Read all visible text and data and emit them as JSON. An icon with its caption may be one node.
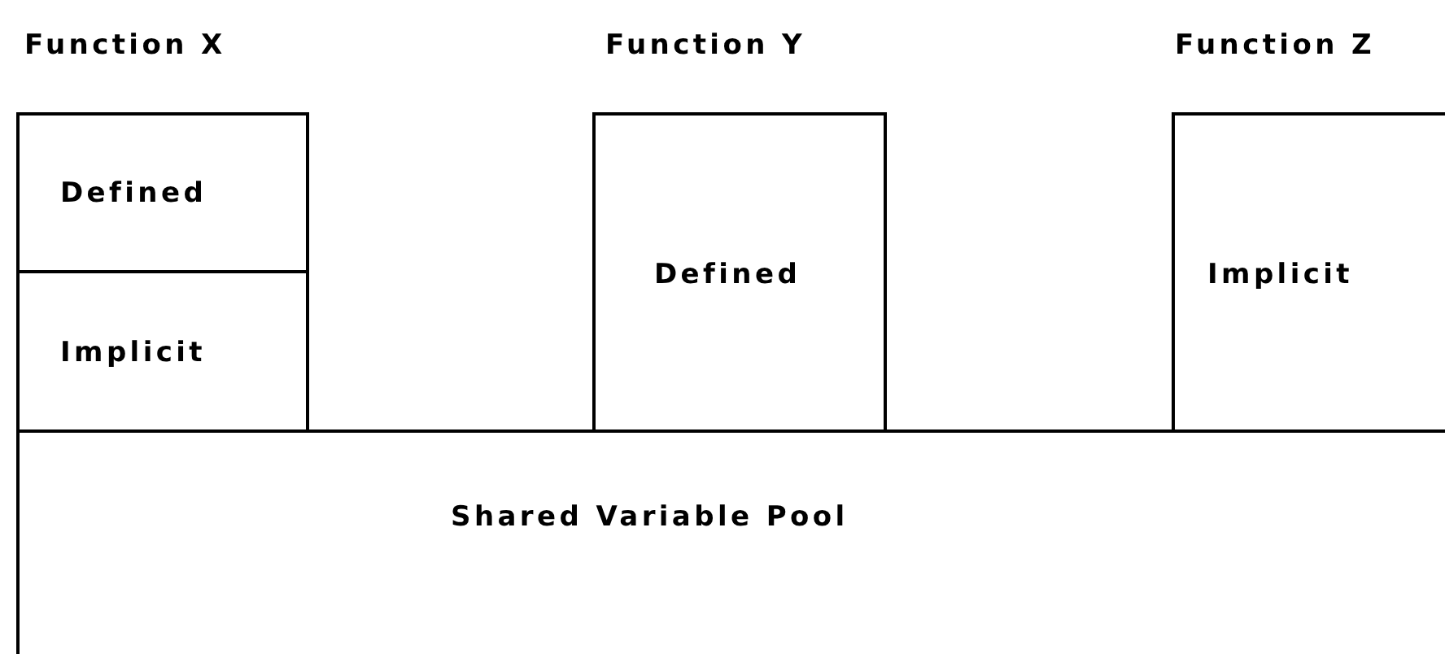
{
  "diagram": {
    "nodes": [
      {
        "text": [
          "Function X"
        ]
      },
      {
        "text": [
          "Defined"
        ],
        "in": 0
      },
      {
        "text": [
          "Implicit"
        ],
        "in": 0
      },
      {
        "text": [
          "Function Y",
          "Defined"
        ]
      },
      {
        "text": [
          "Function Z",
          "Implicit"
        ]
      },
      {
        "text": [
          "Shared Variable Pool"
        ]
      }
    ]
  }
}
